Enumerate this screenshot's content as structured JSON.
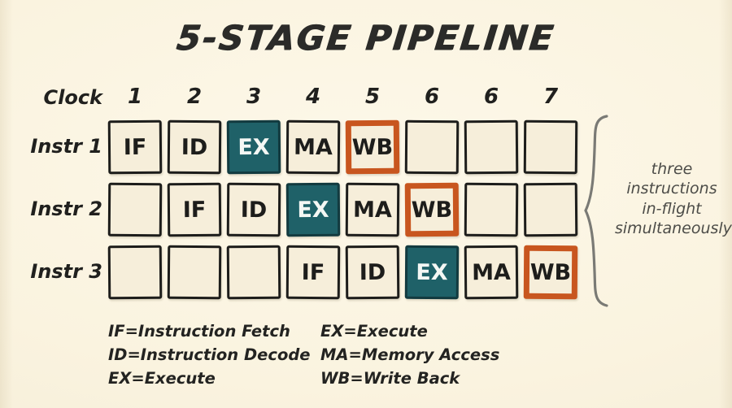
{
  "title": "5-STAGE PIPELINE",
  "colors": {
    "paper": "#faf3df",
    "ink": "#1d1d1b",
    "cell_fill": "#f6eeda",
    "execute_fill": "#1f6168",
    "writeback_border": "#c8561f",
    "brace": "#7a7a75"
  },
  "grid": {
    "clock_label": "Clock",
    "clock_columns": [
      "1",
      "2",
      "3",
      "4",
      "5",
      "6",
      "6",
      "7"
    ],
    "rows": [
      {
        "label": "Instr 1",
        "cells": [
          {
            "text": "IF",
            "style": "normal"
          },
          {
            "text": "ID",
            "style": "normal"
          },
          {
            "text": "EX",
            "style": "execute"
          },
          {
            "text": "MA",
            "style": "normal"
          },
          {
            "text": "WB",
            "style": "writeback"
          },
          {
            "text": "",
            "style": "empty"
          },
          {
            "text": "",
            "style": "empty"
          },
          {
            "text": "",
            "style": "empty"
          }
        ]
      },
      {
        "label": "Instr 2",
        "cells": [
          {
            "text": "",
            "style": "empty"
          },
          {
            "text": "IF",
            "style": "normal"
          },
          {
            "text": "ID",
            "style": "normal"
          },
          {
            "text": "EX",
            "style": "execute"
          },
          {
            "text": "MA",
            "style": "normal"
          },
          {
            "text": "WB",
            "style": "writeback"
          },
          {
            "text": "",
            "style": "empty"
          },
          {
            "text": "",
            "style": "empty"
          }
        ]
      },
      {
        "label": "Instr 3",
        "cells": [
          {
            "text": "",
            "style": "empty"
          },
          {
            "text": "",
            "style": "empty"
          },
          {
            "text": "",
            "style": "empty"
          },
          {
            "text": "IF",
            "style": "normal"
          },
          {
            "text": "ID",
            "style": "normal"
          },
          {
            "text": "EX",
            "style": "execute"
          },
          {
            "text": "MA",
            "style": "normal"
          },
          {
            "text": "WB",
            "style": "writeback"
          }
        ]
      }
    ]
  },
  "annotation": {
    "lines": [
      "three",
      "instructions",
      "in-flight",
      "simultaneously"
    ]
  },
  "legend": {
    "left": [
      "IF=Instruction Fetch",
      "ID=Instruction Decode",
      "EX=Execute"
    ],
    "right": [
      "EX=Execute",
      "MA=Memory Access",
      "WB=Write Back"
    ]
  }
}
